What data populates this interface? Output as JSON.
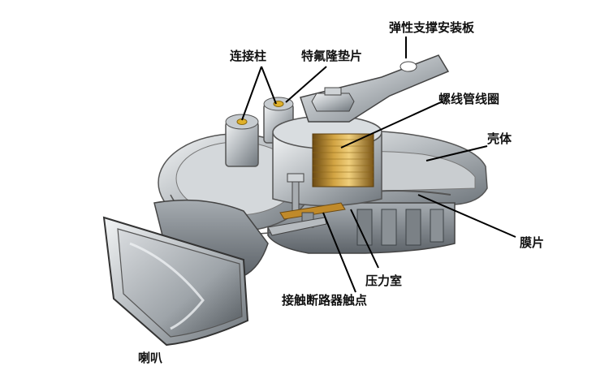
{
  "labels": {
    "terminal": "连接柱",
    "teflon_washer": "特氟隆垫片",
    "spring_bracket": "弹性支撑安装板",
    "solenoid_coil": "螺线管线圈",
    "housing": "壳体",
    "diaphragm": "膜片",
    "pressure_chamber": "压力室",
    "breaker_contacts": "接触断路器触点",
    "trumpet": "喇叭"
  }
}
